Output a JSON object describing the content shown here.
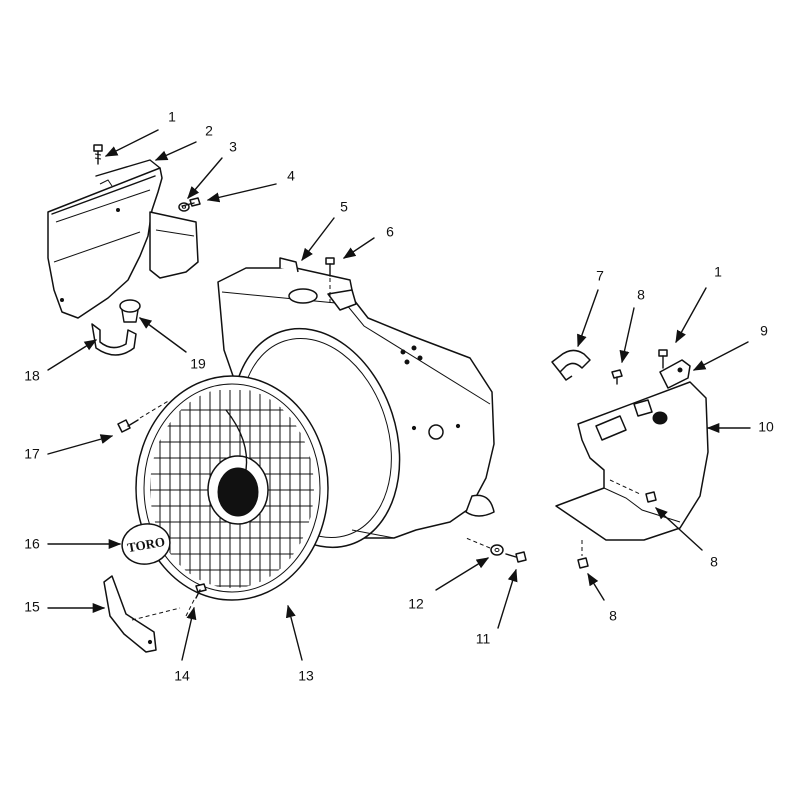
{
  "callouts": [
    {
      "id": "c1a",
      "text": "1"
    },
    {
      "id": "c2",
      "text": "2"
    },
    {
      "id": "c3",
      "text": "3"
    },
    {
      "id": "c4",
      "text": "4"
    },
    {
      "id": "c5",
      "text": "5"
    },
    {
      "id": "c6",
      "text": "6"
    },
    {
      "id": "c7",
      "text": "7"
    },
    {
      "id": "c8a",
      "text": "8"
    },
    {
      "id": "c1b",
      "text": "1"
    },
    {
      "id": "c9",
      "text": "9"
    },
    {
      "id": "c10",
      "text": "10"
    },
    {
      "id": "c18",
      "text": "18"
    },
    {
      "id": "c19",
      "text": "19"
    },
    {
      "id": "c17",
      "text": "17"
    },
    {
      "id": "c16",
      "text": "16"
    },
    {
      "id": "c15",
      "text": "15"
    },
    {
      "id": "c14",
      "text": "14"
    },
    {
      "id": "c13",
      "text": "13"
    },
    {
      "id": "c12",
      "text": "12"
    },
    {
      "id": "c11",
      "text": "11"
    },
    {
      "id": "c8b",
      "text": "8"
    },
    {
      "id": "c8c",
      "text": "8"
    }
  ],
  "logo_text": "TORO"
}
